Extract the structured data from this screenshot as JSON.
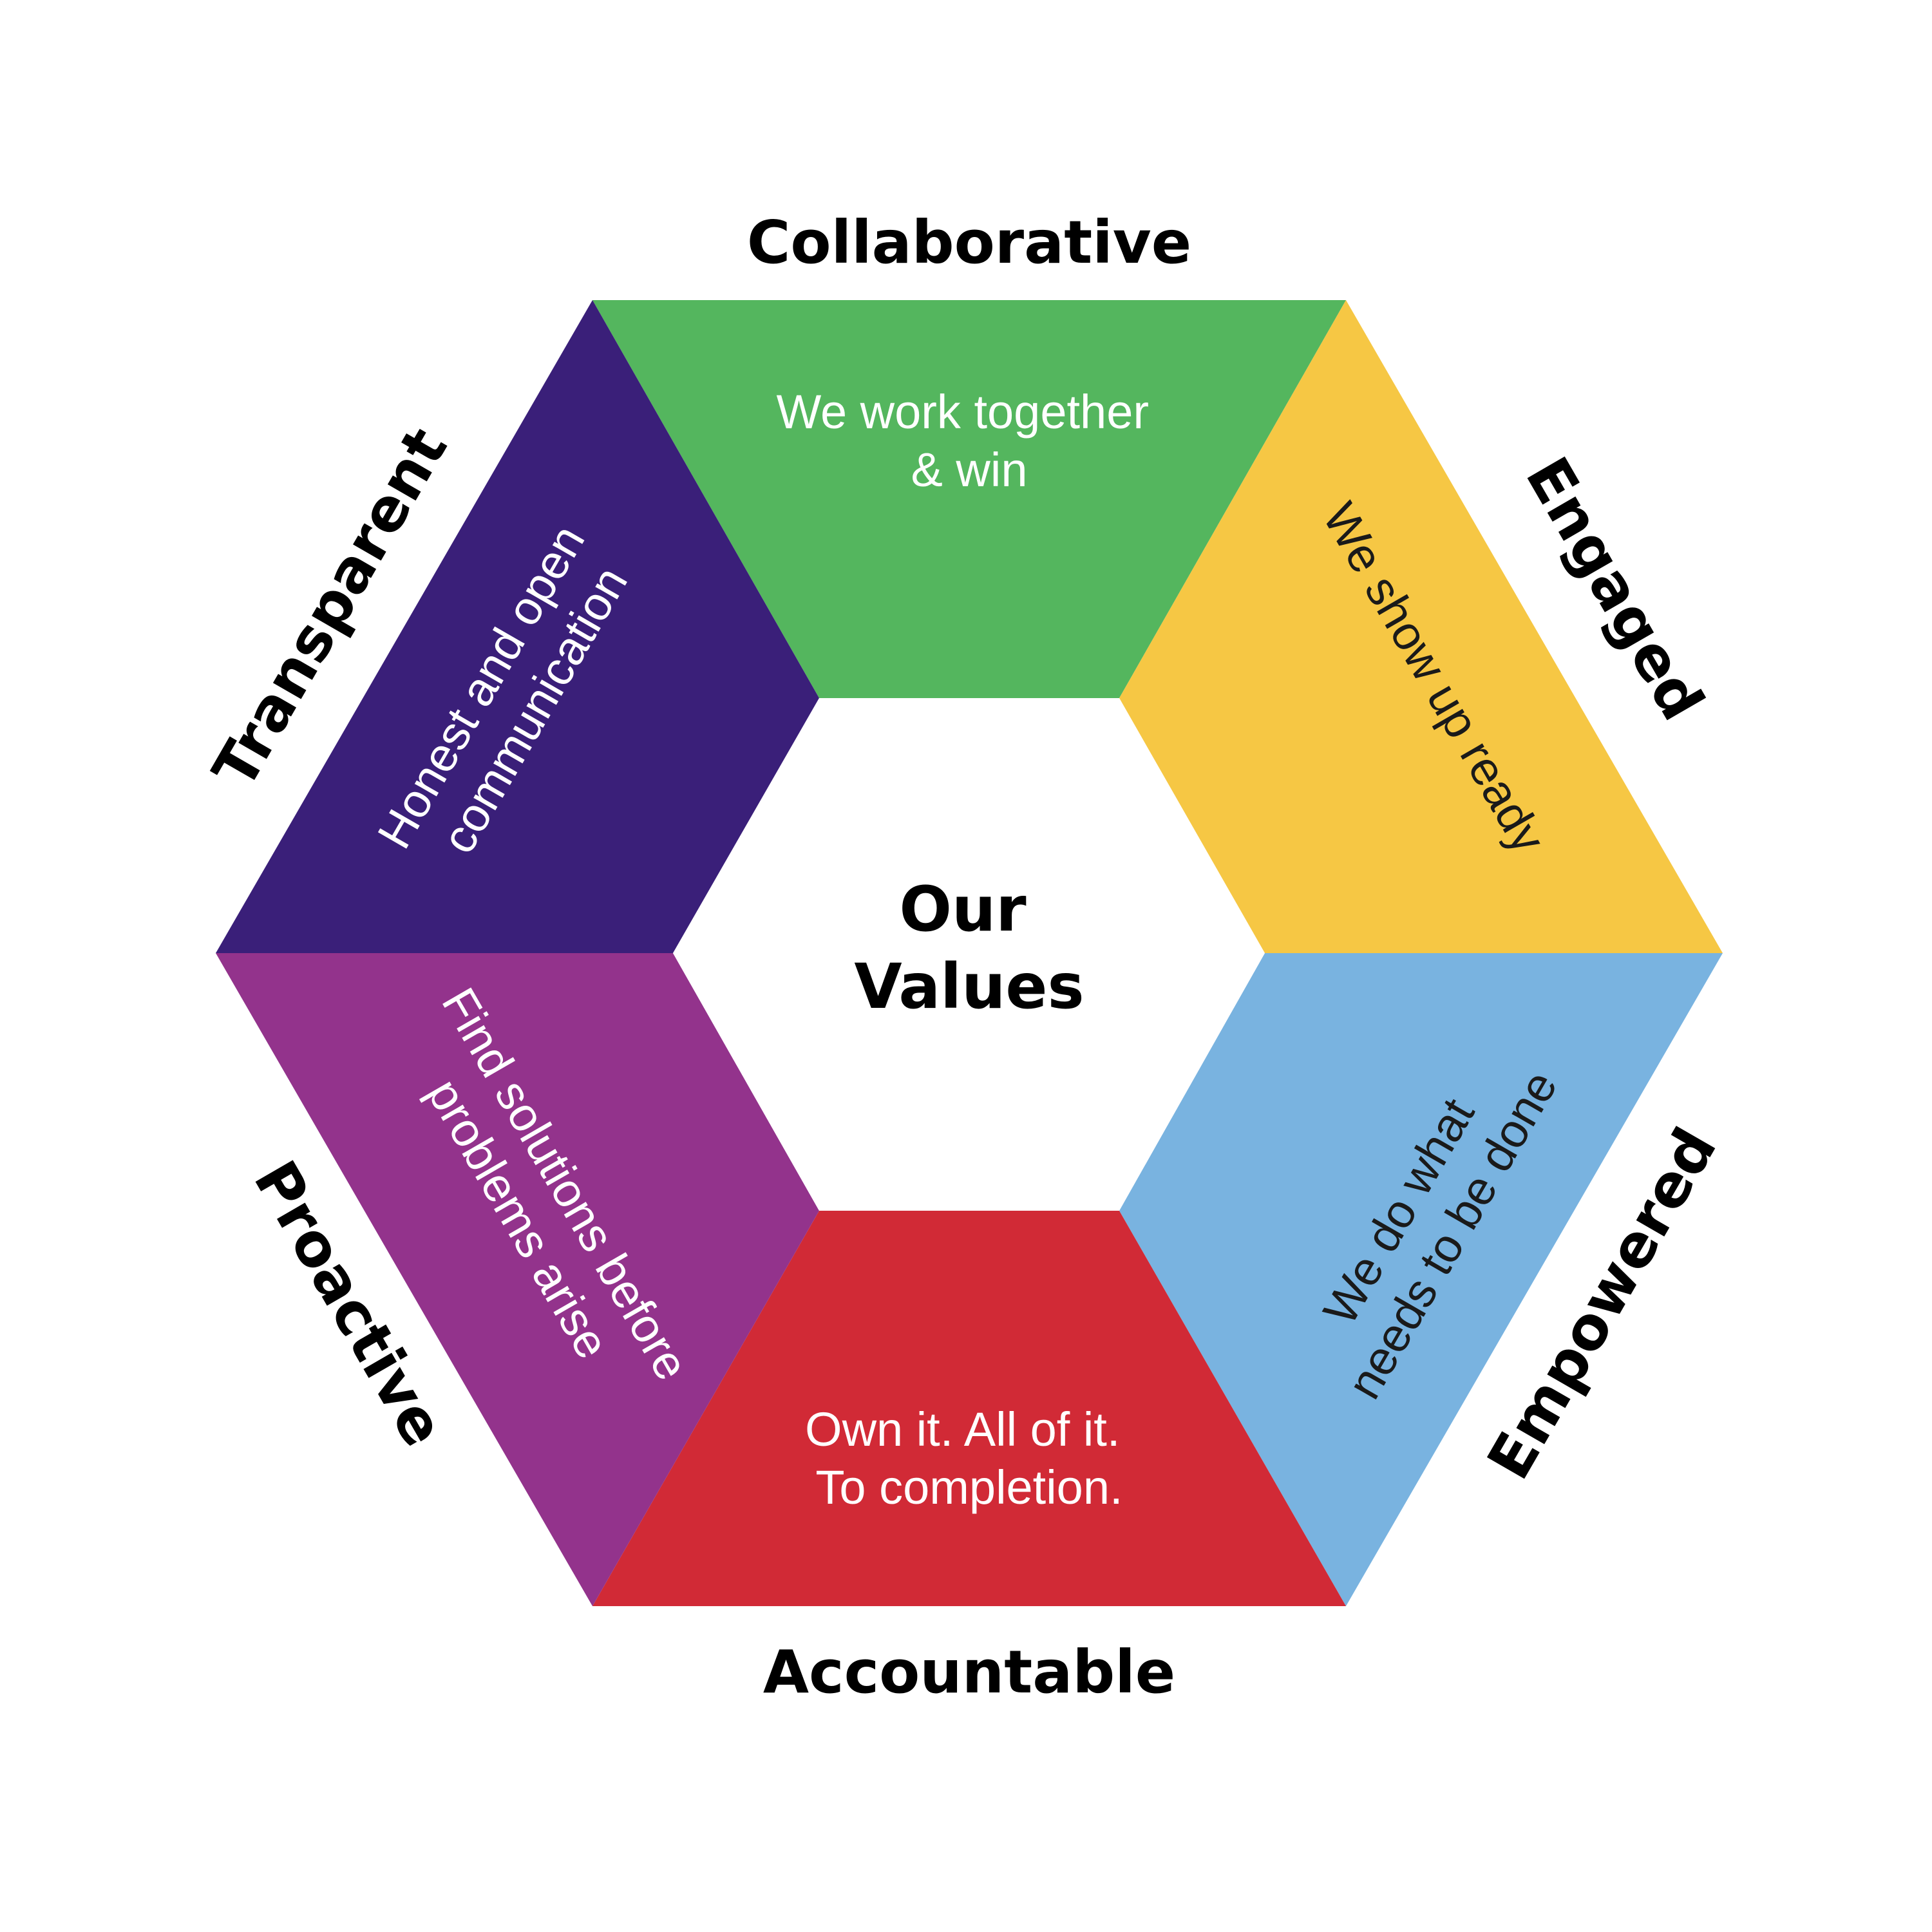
{
  "center": {
    "line1": "Our",
    "line2": "Values"
  },
  "values": [
    {
      "key": "collaborative",
      "name": "Collaborative",
      "description": [
        "We work together",
        "& win"
      ],
      "color": "#54b65e",
      "text_color": "#ffffff"
    },
    {
      "key": "engaged",
      "name": "Engaged",
      "description": [
        "We show up ready"
      ],
      "color": "#f6c744",
      "text_color": "#1a1a1a"
    },
    {
      "key": "empowered",
      "name": "Empowered",
      "description": [
        "We do what",
        "needs to be done"
      ],
      "color": "#79b3e0",
      "text_color": "#1a1a1a"
    },
    {
      "key": "accountable",
      "name": "Accountable",
      "description": [
        "Own it. All of it.",
        "To completion."
      ],
      "color": "#d12a36",
      "text_color": "#ffffff"
    },
    {
      "key": "proactive",
      "name": "Proactive",
      "description": [
        "Find solutions before",
        "problems arise"
      ],
      "color": "#93338c",
      "text_color": "#ffffff"
    },
    {
      "key": "transparent",
      "name": "Transparent",
      "description": [
        "Honest and open",
        "communication"
      ],
      "color": "#3a1f79",
      "text_color": "#ffffff"
    }
  ]
}
